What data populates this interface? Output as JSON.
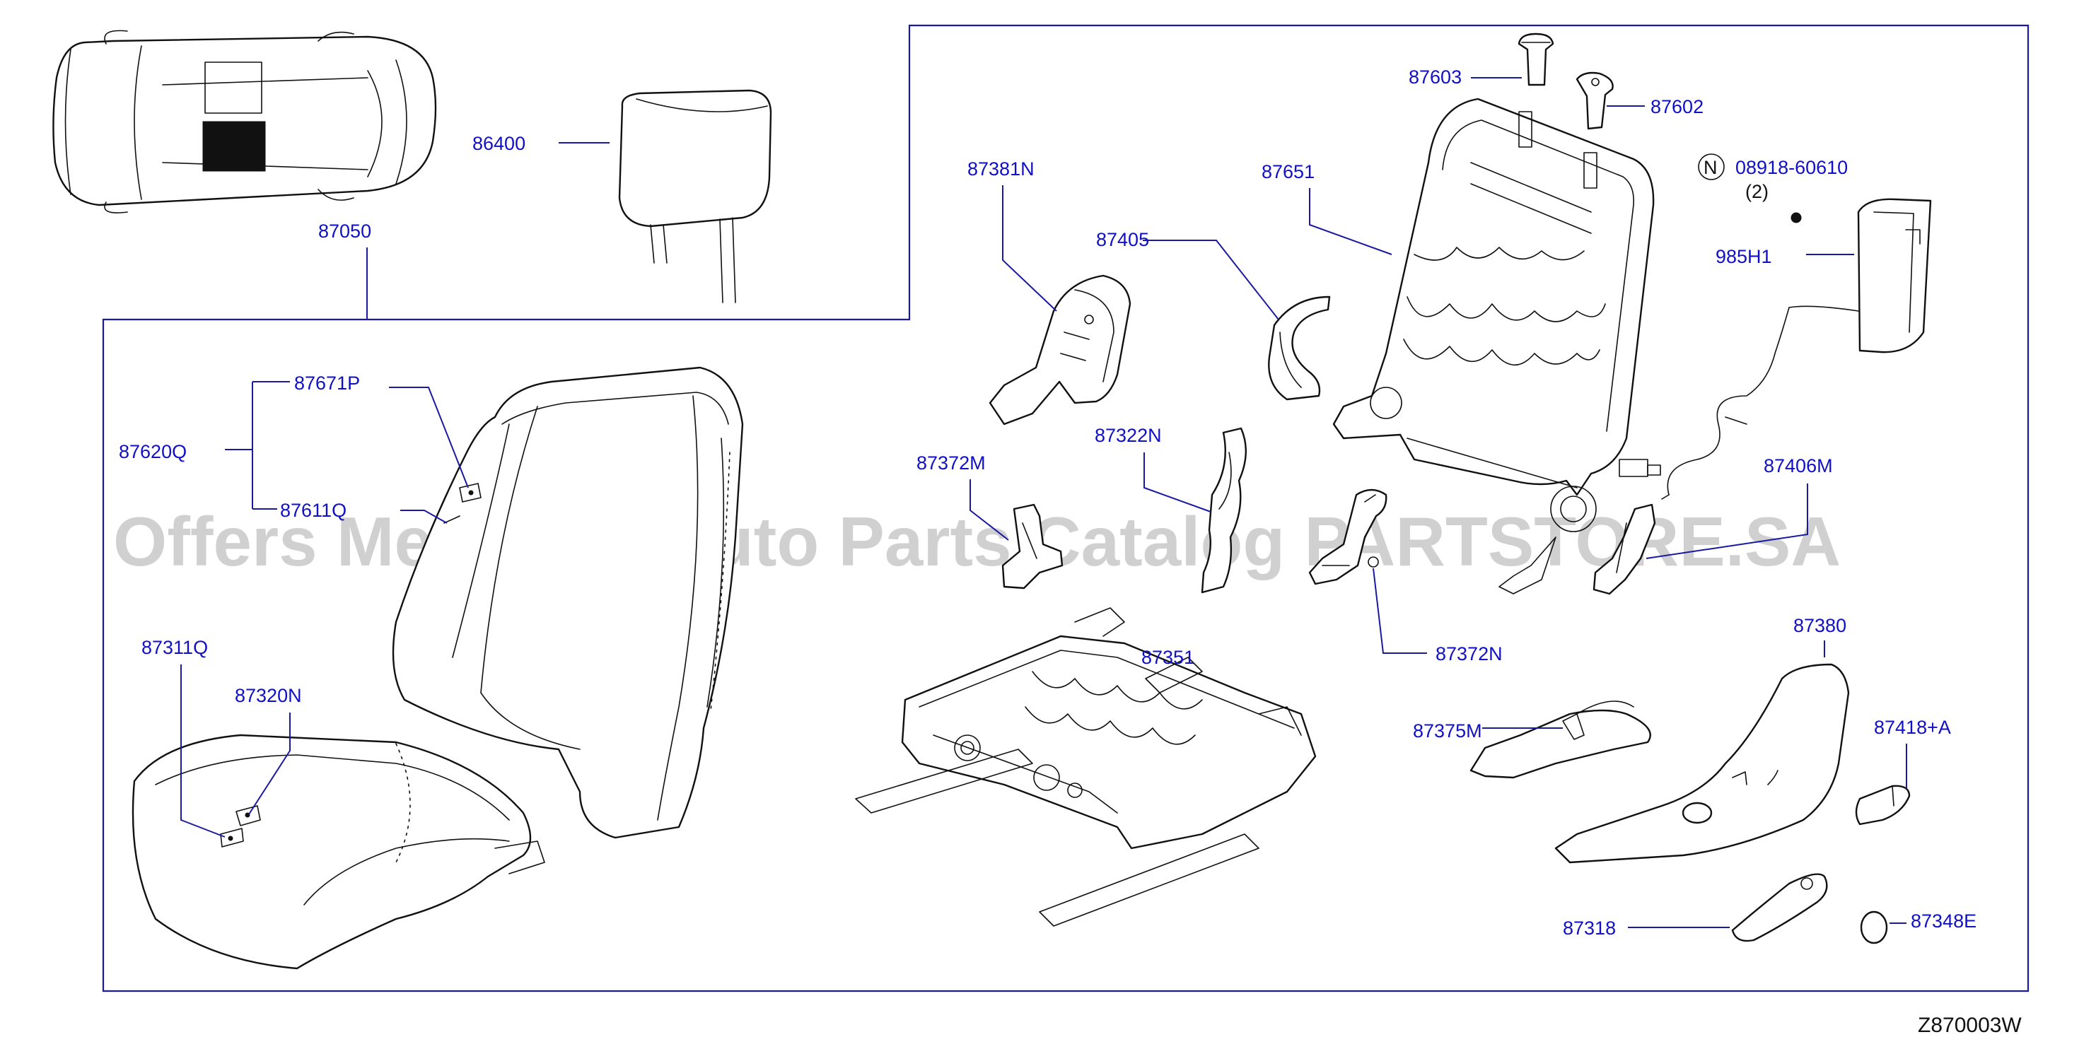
{
  "watermark": "Offers Merchant Auto Parts Catalog PARTSTORE.SA",
  "diagram_code": "Z870003W",
  "fastener_symbol": "N",
  "labels": {
    "l86400": "86400",
    "l87050": "87050",
    "l87671P": "87671P",
    "l87620Q": "87620Q",
    "l87611Q": "87611Q",
    "l87311Q": "87311Q",
    "l87320N": "87320N",
    "l87381N": "87381N",
    "l87405": "87405",
    "l87651": "87651",
    "l87603": "87603",
    "l87602": "87602",
    "l08918": "08918-60610",
    "qty": "(2)",
    "l985H1": "985H1",
    "l87372M": "87372M",
    "l87322N": "87322N",
    "l87406M": "87406M",
    "l87372N": "87372N",
    "l87351": "87351",
    "l87380": "87380",
    "l87375M": "87375M",
    "l87418A": "87418+A",
    "l87318": "87318",
    "l87348E": "87348E"
  }
}
